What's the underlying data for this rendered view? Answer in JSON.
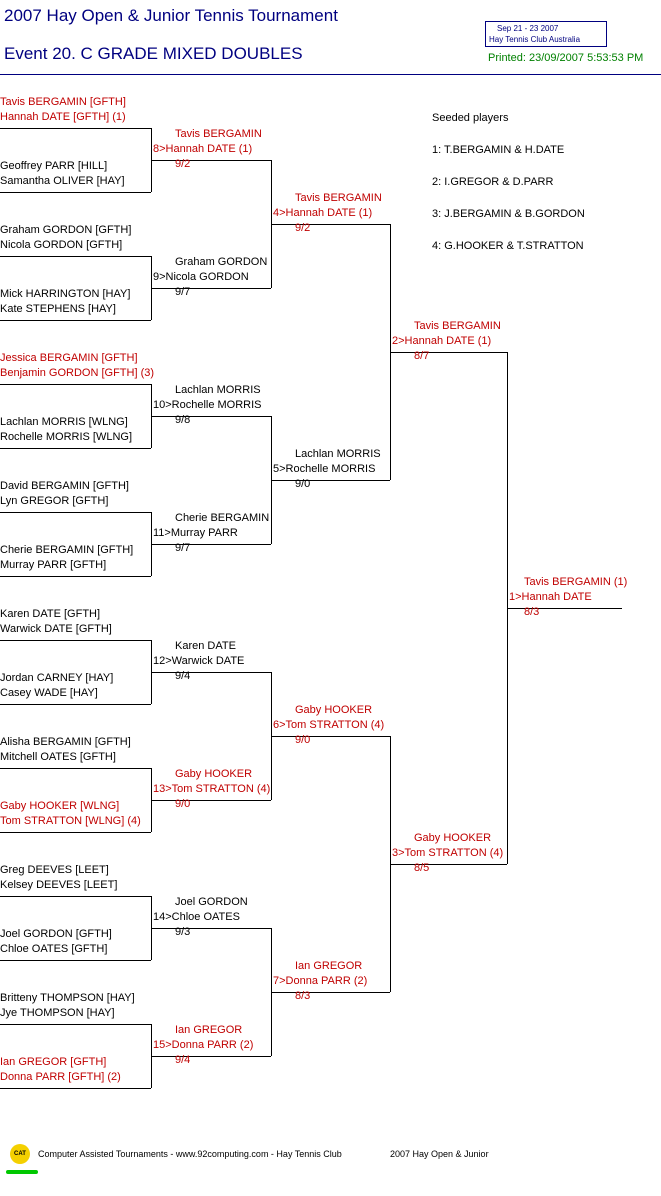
{
  "header": {
    "title": "2007 Hay Open & Junior Tennis Tournament",
    "event": "Event 20. C GRADE MIXED DOUBLES",
    "dates": "Sep 21 - 23 2007",
    "venue": "Hay Tennis Club    Australia",
    "printed": "Printed: 23/09/2007 5:53:53 PM"
  },
  "seeds": {
    "title": "Seeded players",
    "items": [
      "1: T.BERGAMIN & H.DATE",
      "2: I.GREGOR & D.PARR",
      "3: J.BERGAMIN & B.GORDON",
      "4: G.HOOKER & T.STRATTON"
    ]
  },
  "round1": [
    [
      "Tavis BERGAMIN [GFTH]",
      "Hannah DATE [GFTH] (1)"
    ],
    [
      "Geoffrey PARR [HILL]",
      "Samantha OLIVER [HAY]"
    ],
    [
      "Graham GORDON [GFTH]",
      "Nicola GORDON [GFTH]"
    ],
    [
      "Mick HARRINGTON [HAY]",
      "Kate STEPHENS [HAY]"
    ],
    [
      "Jessica BERGAMIN [GFTH]",
      "Benjamin GORDON [GFTH] (3)"
    ],
    [
      "Lachlan MORRIS [WLNG]",
      "Rochelle MORRIS [WLNG]"
    ],
    [
      "David BERGAMIN [GFTH]",
      "Lyn GREGOR [GFTH]"
    ],
    [
      "Cherie BERGAMIN [GFTH]",
      "Murray PARR [GFTH]"
    ],
    [
      "Karen DATE [GFTH]",
      "Warwick DATE [GFTH]"
    ],
    [
      "Jordan CARNEY [HAY]",
      "Casey WADE [HAY]"
    ],
    [
      "Alisha BERGAMIN [GFTH]",
      "Mitchell OATES [GFTH]"
    ],
    [
      "Gaby HOOKER [WLNG]",
      "Tom STRATTON [WLNG] (4)"
    ],
    [
      "Greg DEEVES [LEET]",
      "Kelsey DEEVES [LEET]"
    ],
    [
      "Joel GORDON [GFTH]",
      "Chloe OATES [GFTH]"
    ],
    [
      "Britteny THOMPSON [HAY]",
      "Jye THOMPSON [HAY]"
    ],
    [
      "Ian GREGOR [GFTH]",
      "Donna PARR [GFTH] (2)"
    ]
  ],
  "round2": [
    [
      "Tavis BERGAMIN",
      "8>Hannah DATE (1)",
      "9/2"
    ],
    [
      "Graham GORDON",
      "9>Nicola GORDON",
      "9/7"
    ],
    [
      "Lachlan MORRIS",
      "10>Rochelle MORRIS",
      "9/8"
    ],
    [
      "Cherie BERGAMIN",
      "11>Murray PARR",
      "9/7"
    ],
    [
      "Karen DATE",
      "12>Warwick DATE",
      "9/4"
    ],
    [
      "Gaby HOOKER",
      "13>Tom STRATTON (4)",
      "9/0"
    ],
    [
      "Joel GORDON",
      "14>Chloe OATES",
      "9/3"
    ],
    [
      "Ian GREGOR",
      "15>Donna PARR (2)",
      "9/4"
    ]
  ],
  "round3": [
    [
      "Tavis BERGAMIN",
      "4>Hannah DATE (1)",
      "9/2"
    ],
    [
      "Lachlan MORRIS",
      "5>Rochelle MORRIS",
      "9/0"
    ],
    [
      "Gaby HOOKER",
      "6>Tom STRATTON (4)",
      "9/0"
    ],
    [
      "Ian GREGOR",
      "7>Donna PARR (2)",
      "8/3"
    ]
  ],
  "round4": [
    [
      "Tavis BERGAMIN",
      "2>Hannah DATE (1)",
      "8/7"
    ],
    [
      "Gaby HOOKER",
      "3>Tom STRATTON (4)",
      "8/5"
    ]
  ],
  "final": [
    "Tavis BERGAMIN (1)",
    "1>Hannah DATE",
    "8/3"
  ],
  "footer": {
    "logo": "CAT",
    "text": "Computer Assisted Tournaments - www.92computing.com -  Hay Tennis Club",
    "event": "2007 Hay Open & Junior"
  },
  "colors": {
    "seeded": "#c00000",
    "normal": "#000000",
    "title": "#000080",
    "printed": "#008000"
  }
}
